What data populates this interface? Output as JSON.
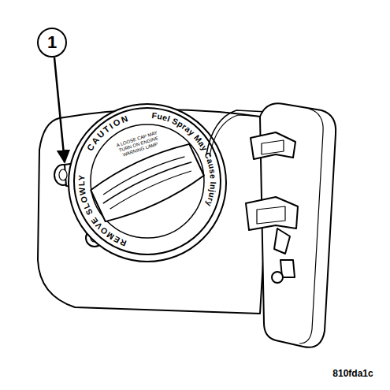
{
  "diagram": {
    "labels": [
      "1",
      "CAUTION",
      "Fuel Spray May Cause Injury",
      "A LOOSE CAP MAY TURN ON ENGINE WARNING LAMP",
      "REMOVE SLOWLY",
      "810fda1c"
    ]
  }
}
